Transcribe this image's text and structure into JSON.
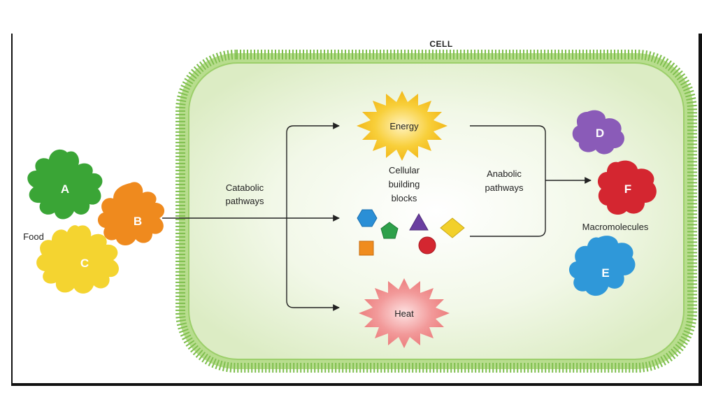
{
  "diagram": {
    "title": "CELL",
    "labels": {
      "energy": "Energy",
      "heat": "Heat",
      "catabolic_line1": "Catabolic",
      "catabolic_line2": "pathways",
      "building_line1": "Cellular",
      "building_line2": "building",
      "building_line3": "blocks",
      "anabolic_line1": "Anabolic",
      "anabolic_line2": "pathways",
      "food": "Food",
      "macromolecules": "Macromolecules"
    },
    "blobs": {
      "A": "A",
      "B": "B",
      "C": "C",
      "D": "D",
      "E": "E",
      "F": "F"
    },
    "colors": {
      "cell_fill": "#eef6df",
      "membrane": "#9ccf6a",
      "energy": "#f7c52a",
      "heat": "#f08a8a",
      "blob_a": "#3aa536",
      "blob_b": "#ef8a1e",
      "blob_c": "#f4d430",
      "blob_d": "#8a5bb8",
      "blob_e": "#2f98d9",
      "blob_f": "#d7262b",
      "hexagon": "#2a8fd6",
      "pentagon": "#2ea04a",
      "triangle": "#6a3fa0",
      "diamond": "#f2d02a",
      "square": "#f08c1e",
      "circle": "#d42630"
    }
  }
}
